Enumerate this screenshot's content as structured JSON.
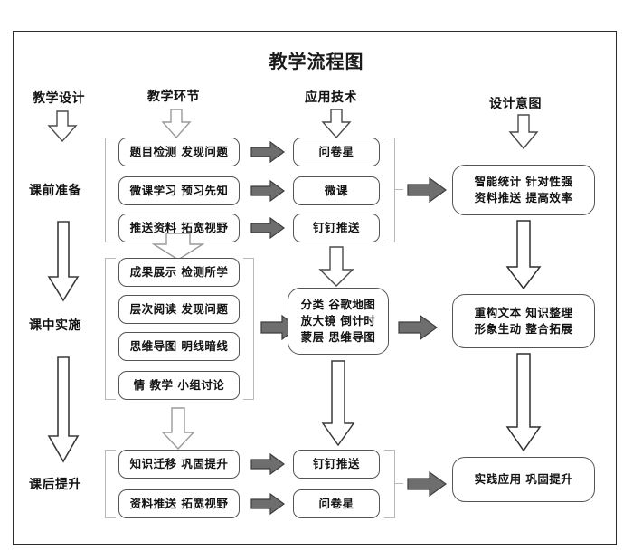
{
  "page": {
    "title": "教学流程图",
    "frame_color": "#2b2b2b",
    "box_border_color": "#545454",
    "arrow_fill_color": "#6e6e6e",
    "bracket_color": "#b9b9b9"
  },
  "columns": [
    {
      "key": "design",
      "label": "教学设计"
    },
    {
      "key": "stages",
      "label": "教学环节"
    },
    {
      "key": "technology",
      "label": "应用技术"
    },
    {
      "key": "intent",
      "label": "设计意图"
    }
  ],
  "stages": [
    {
      "key": "before",
      "label": "课前准备"
    },
    {
      "key": "during",
      "label": "课中实施"
    },
    {
      "key": "after",
      "label": "课后提升"
    }
  ],
  "sections": {
    "before": {
      "stage_label": "课前准备",
      "activities": [
        "题目检测  发现问题",
        "微课学习  预习先知",
        "推送资料  拓宽视野"
      ],
      "technologies": [
        "问卷星",
        "微课",
        "钉钉推送"
      ],
      "intent": "智能统计 针对性强\n资料推送 提高效率"
    },
    "during": {
      "stage_label": "课中实施",
      "activities": [
        "成果展示  检测所学",
        "层次阅读  发现问题",
        "思维导图  明线暗线",
        "情  教学  小组讨论"
      ],
      "technologies": [
        "分类  谷歌地图\n放大镜  倒计时\n蒙层  思维导图"
      ],
      "intent": "重构文本  知识整理\n形象生动  整合拓展"
    },
    "after": {
      "stage_label": "课后提升",
      "activities": [
        "知识迁移  巩固提升",
        "资料推送  拓宽视野"
      ],
      "technologies": [
        "钉钉推送",
        "问卷星"
      ],
      "intent": "实践应用  巩固提升"
    }
  },
  "icons": {
    "arrow_right": "arrow-right-icon",
    "arrow_down": "arrow-down-icon",
    "bracket": "group-bracket"
  }
}
